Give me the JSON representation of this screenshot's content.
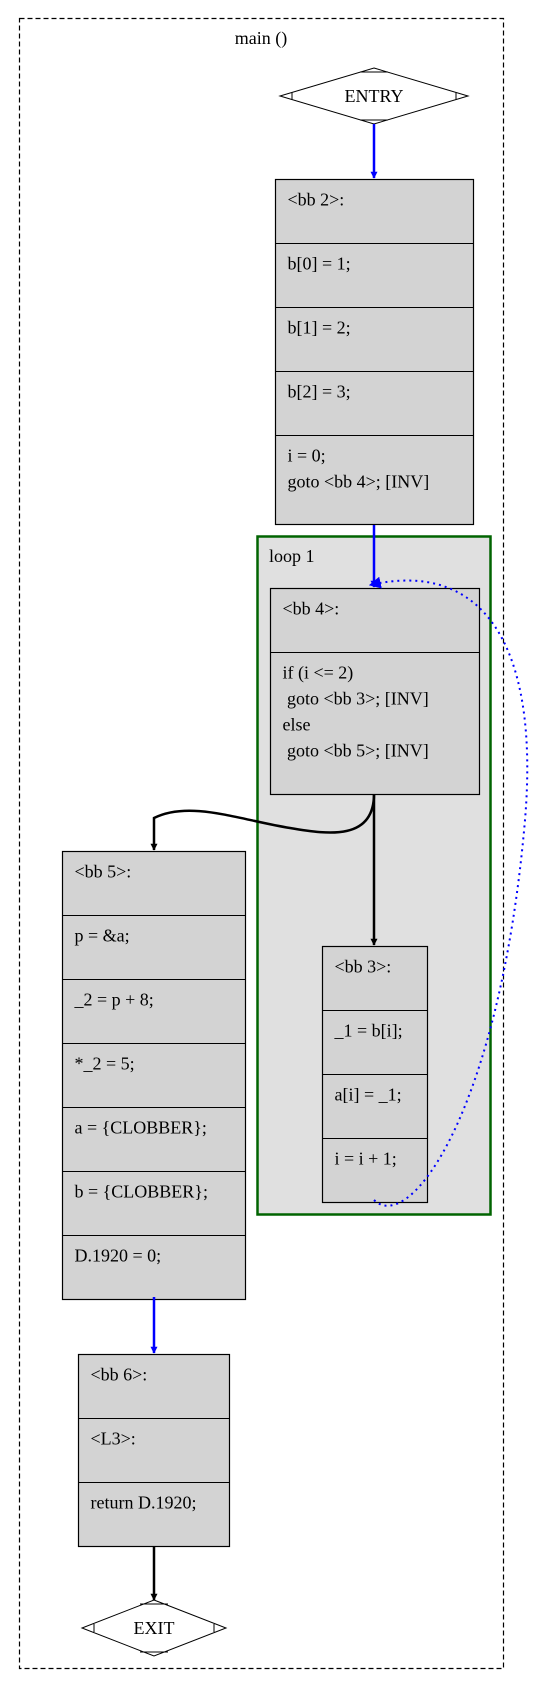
{
  "graph": {
    "cluster_title": "main ()",
    "loop_title": "loop 1",
    "entry": "ENTRY",
    "exit": "EXIT"
  },
  "blocks": {
    "bb2": {
      "rows": [
        [
          "<bb 2>:"
        ],
        [
          "b[0] = 1;"
        ],
        [
          "b[1] = 2;"
        ],
        [
          "b[2] = 3;"
        ],
        [
          "i = 0;",
          "goto <bb 4>; [INV]"
        ]
      ]
    },
    "bb4": {
      "rows": [
        [
          "<bb 4>:"
        ],
        [
          "if (i <= 2)",
          " goto <bb 3>; [INV]",
          "else",
          " goto <bb 5>; [INV]"
        ]
      ]
    },
    "bb3": {
      "rows": [
        [
          "<bb 3>:"
        ],
        [
          "_1 = b[i];"
        ],
        [
          "a[i] = _1;"
        ],
        [
          "i = i + 1;"
        ]
      ]
    },
    "bb5": {
      "rows": [
        [
          "<bb 5>:"
        ],
        [
          "p = &a;"
        ],
        [
          "_2 = p + 8;"
        ],
        [
          "*_2 = 5;"
        ],
        [
          "a = {CLOBBER};"
        ],
        [
          "b = {CLOBBER};"
        ],
        [
          "D.1920 = 0;"
        ]
      ]
    },
    "bb6": {
      "rows": [
        [
          "<bb 6>:"
        ],
        [
          "<L3>:"
        ],
        [
          "return D.1920;"
        ]
      ]
    }
  },
  "colors": {
    "block_fill": "#d3d3d3",
    "loop_fill": "#e0e0e0",
    "loop_border": "#006400",
    "fallthru_edge": "#0000ff",
    "cond_edge": "#000000",
    "back_edge": "#0000ff"
  }
}
